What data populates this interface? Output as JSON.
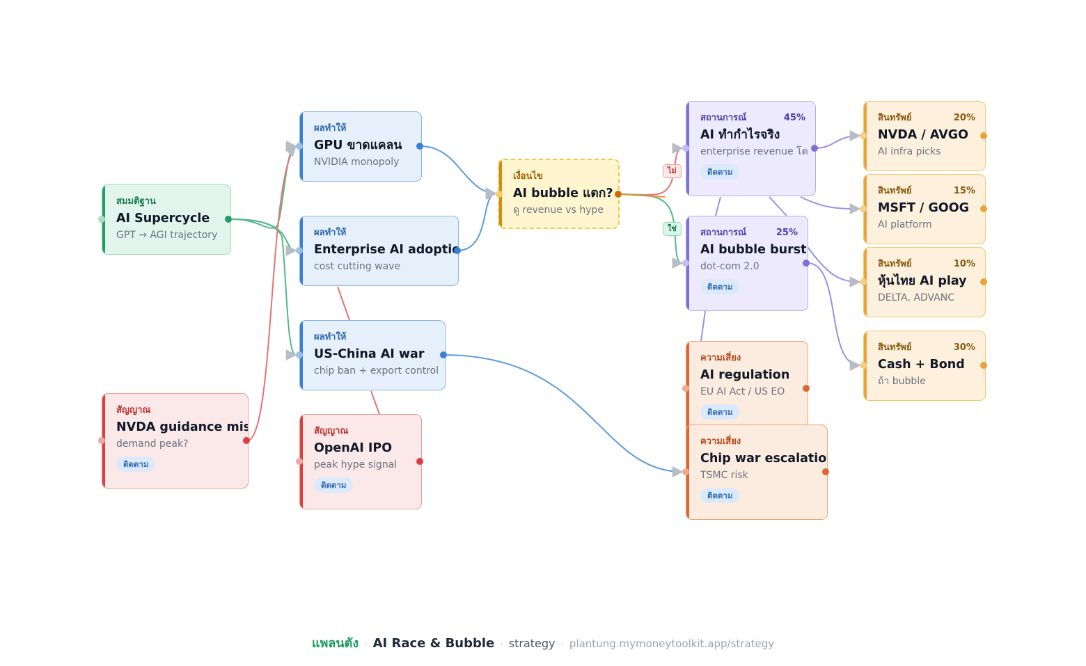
{
  "nodes": {
    "ai_supercycle": {
      "kicker": "สมมติฐาน",
      "title": "AI Supercycle",
      "sub": "GPT → AGI trajectory",
      "color": "#1f9d67"
    },
    "gpu_shortage": {
      "kicker": "ผลทำให้",
      "title": "GPU ขาดแคลน",
      "sub": "NVIDIA monopoly",
      "color": "#3a7fd5"
    },
    "enterprise_ai": {
      "kicker": "ผลทำให้",
      "title": "Enterprise AI adoption",
      "sub": "cost cutting wave",
      "color": "#3a7fd5"
    },
    "us_china": {
      "kicker": "ผลทำให้",
      "title": "US-China AI war",
      "sub": "chip ban + export control",
      "color": "#3a7fd5"
    },
    "nvda_miss": {
      "kicker": "สัญญาณ",
      "title": "NVDA guidance miss",
      "sub": "demand peak?",
      "tag": "ติดตาม",
      "color": "#dc3d3d"
    },
    "openai_ipo": {
      "kicker": "สัญญาณ",
      "title": "OpenAI IPO",
      "sub": "peak hype signal",
      "tag": "ติดตาม",
      "color": "#dc3d3d"
    },
    "bubble_cond": {
      "kicker": "เงื่อนไข",
      "title": "AI bubble แตก?",
      "sub": "ดู revenue vs hype",
      "color": "#d78a0f"
    },
    "ai_profit": {
      "kicker": "สถานการณ์",
      "pct": "45%",
      "title": "AI ทำกำไรจริง",
      "sub": "enterprise revenue โต",
      "tag": "ติดตาม",
      "color": "#7c6fdc"
    },
    "ai_burst": {
      "kicker": "สถานการณ์",
      "pct": "25%",
      "title": "AI bubble burst",
      "sub": "dot-com 2.0",
      "tag": "ติดตาม",
      "color": "#7c6fdc"
    },
    "ai_regulation": {
      "kicker": "ความเสี่ยง",
      "title": "AI regulation",
      "sub": "EU AI Act / US EO",
      "tag": "ติดตาม",
      "color": "#e06432"
    },
    "chip_war": {
      "kicker": "ความเสี่ยง",
      "title": "Chip war escalation",
      "sub": "TSMC risk",
      "tag": "ติดตาม",
      "color": "#e06432"
    },
    "nvda_avgo": {
      "kicker": "สินทรัพย์",
      "pct": "20%",
      "title": "NVDA / AVGO",
      "sub": "AI infra picks",
      "color": "#e9a33b"
    },
    "msft_goog": {
      "kicker": "สินทรัพย์",
      "pct": "15%",
      "title": "MSFT / GOOG",
      "sub": "AI platform",
      "color": "#e9a33b"
    },
    "thai_ai": {
      "kicker": "สินทรัพย์",
      "pct": "10%",
      "title": "หุ้นไทย AI play",
      "sub": "DELTA, ADVANC",
      "color": "#e9a33b"
    },
    "cash_bond": {
      "kicker": "สินทรัพย์",
      "pct": "30%",
      "title": "Cash + Bond",
      "sub": "ถ้า bubble",
      "color": "#e9a33b"
    }
  },
  "edge_labels": {
    "no": "ไม่",
    "yes": "ใช่"
  },
  "edge_colors": {
    "green": "#52b88a",
    "blue": "#5b9be0",
    "red": "#e57373",
    "orange": "#e8923a",
    "purple": "#9d8fe3"
  },
  "footer": {
    "brand": "แพลนตัง",
    "title": "AI Race & Bubble",
    "mode": "strategy",
    "url": "plantung.mymoneytoolkit.app/strategy"
  }
}
